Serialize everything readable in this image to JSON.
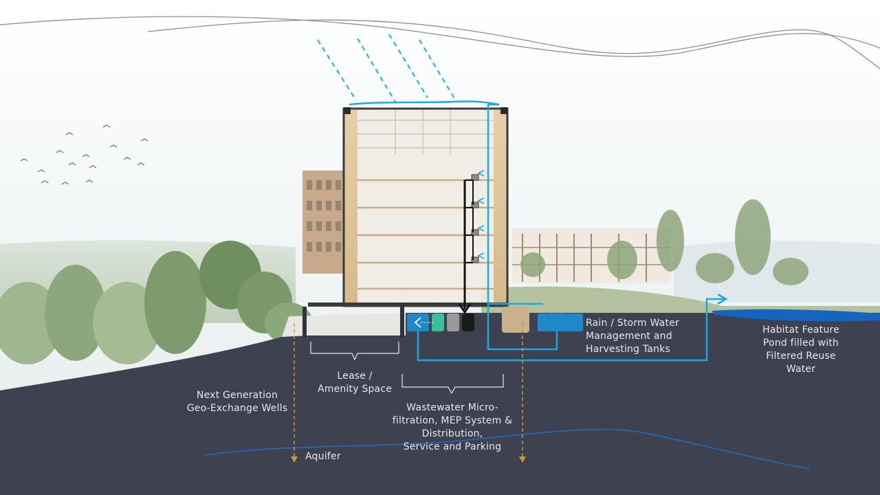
{
  "labels": {
    "lease": "Lease /\nAmenity Space",
    "geo": "Next Generation\nGeo-Exchange Wells",
    "wastewater": "Wastewater Micro-\nfiltration, MEP System &\nDistribution,\nService and Parking",
    "rain": "Rain / Storm Water\nManagement and\nHarvesting Tanks",
    "habitat": "Habitat Feature\nPond filled with\nFiltered Reuse\nWater",
    "aquifer": "Aquifer"
  },
  "colors": {
    "ground": "#3d4150",
    "water_line": "#1ea7e1",
    "geo_well": "#d49a2a",
    "pond": "#1565c0",
    "label_text": "#e6e8ee"
  }
}
